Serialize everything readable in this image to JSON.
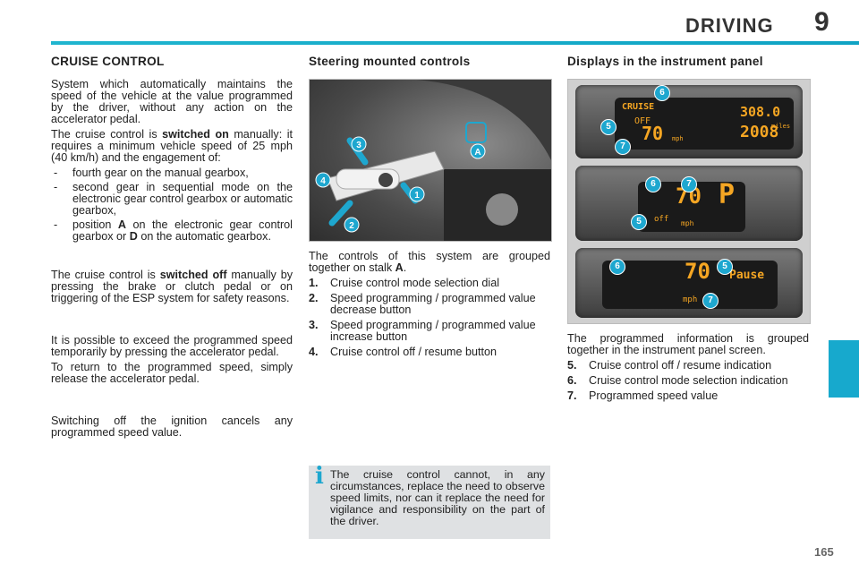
{
  "header": {
    "section_title": "DRIVING",
    "chapter_number": "9",
    "page_number": "165",
    "accent_color": "#17a9cd"
  },
  "col1": {
    "heading": "CRUISE CONTROL",
    "p1": "System which automatically maintains the speed of the vehicle at the value programmed by the driver, without any action on the accelerator pedal.",
    "p2_pre": "The cruise control is ",
    "p2_bold": "switched on",
    "p2_post": " manually: it requires a minimum vehicle speed of 25 mph (40 km/h) and the engagement of:",
    "bullets": [
      {
        "text": "fourth gear on the manual gearbox,"
      },
      {
        "text": "second gear in sequential mode on the electronic gear control gearbox or automatic gearbox,"
      },
      {
        "pre": "position ",
        "b1": "A",
        "mid": " on the electronic gear control gearbox or ",
        "b2": "D",
        "post": " on the automatic gearbox."
      }
    ],
    "p3_pre": "The cruise control is ",
    "p3_bold": "switched off",
    "p3_post": " manually by pressing the brake or clutch pedal or on triggering of the ESP system for safety reasons.",
    "p4": "It is possible to exceed the programmed speed temporarily by pressing the accelerator pedal.",
    "p5": "To return to the programmed speed, simply release the accelerator pedal.",
    "p6": "Switching off the ignition cancels any programmed speed value."
  },
  "col2": {
    "heading": "Steering mounted controls",
    "figure_labels": [
      "1",
      "2",
      "3",
      "4",
      "A"
    ],
    "intro_pre": "The controls of this system are grouped together on stalk ",
    "intro_bold": "A",
    "intro_post": ".",
    "items": [
      {
        "num": "1.",
        "text": "Cruise control mode selection dial"
      },
      {
        "num": "2.",
        "text": "Speed programming / programmed value decrease button"
      },
      {
        "num": "3.",
        "text": "Speed programming / programmed value increase button"
      },
      {
        "num": "4.",
        "text": "Cruise control off / resume button"
      }
    ],
    "info_icon": "i",
    "info_text": "The cruise control cannot, in any circumstances, replace the need to observe speed limits, nor can it replace the need for vigilance and responsibility on the part of the driver."
  },
  "col3": {
    "heading": "Displays in the instrument panel",
    "display1": {
      "mode": "CRUISE",
      "status": "OFF",
      "speed": "70",
      "unit": "mph",
      "odo": "308.0",
      "odo_unit": "miles",
      "trip": "2008"
    },
    "display2": {
      "speed": "70",
      "unit": "mph",
      "status": "off",
      "gear": "P"
    },
    "display3": {
      "speed": "70",
      "status": "Pause",
      "unit": "mph"
    },
    "intro": "The programmed information is grouped together in the instrument panel screen.",
    "items": [
      {
        "num": "5.",
        "text": "Cruise control off / resume indication"
      },
      {
        "num": "6.",
        "text": "Cruise control mode selection indication"
      },
      {
        "num": "7.",
        "text": "Programmed speed value"
      }
    ]
  }
}
